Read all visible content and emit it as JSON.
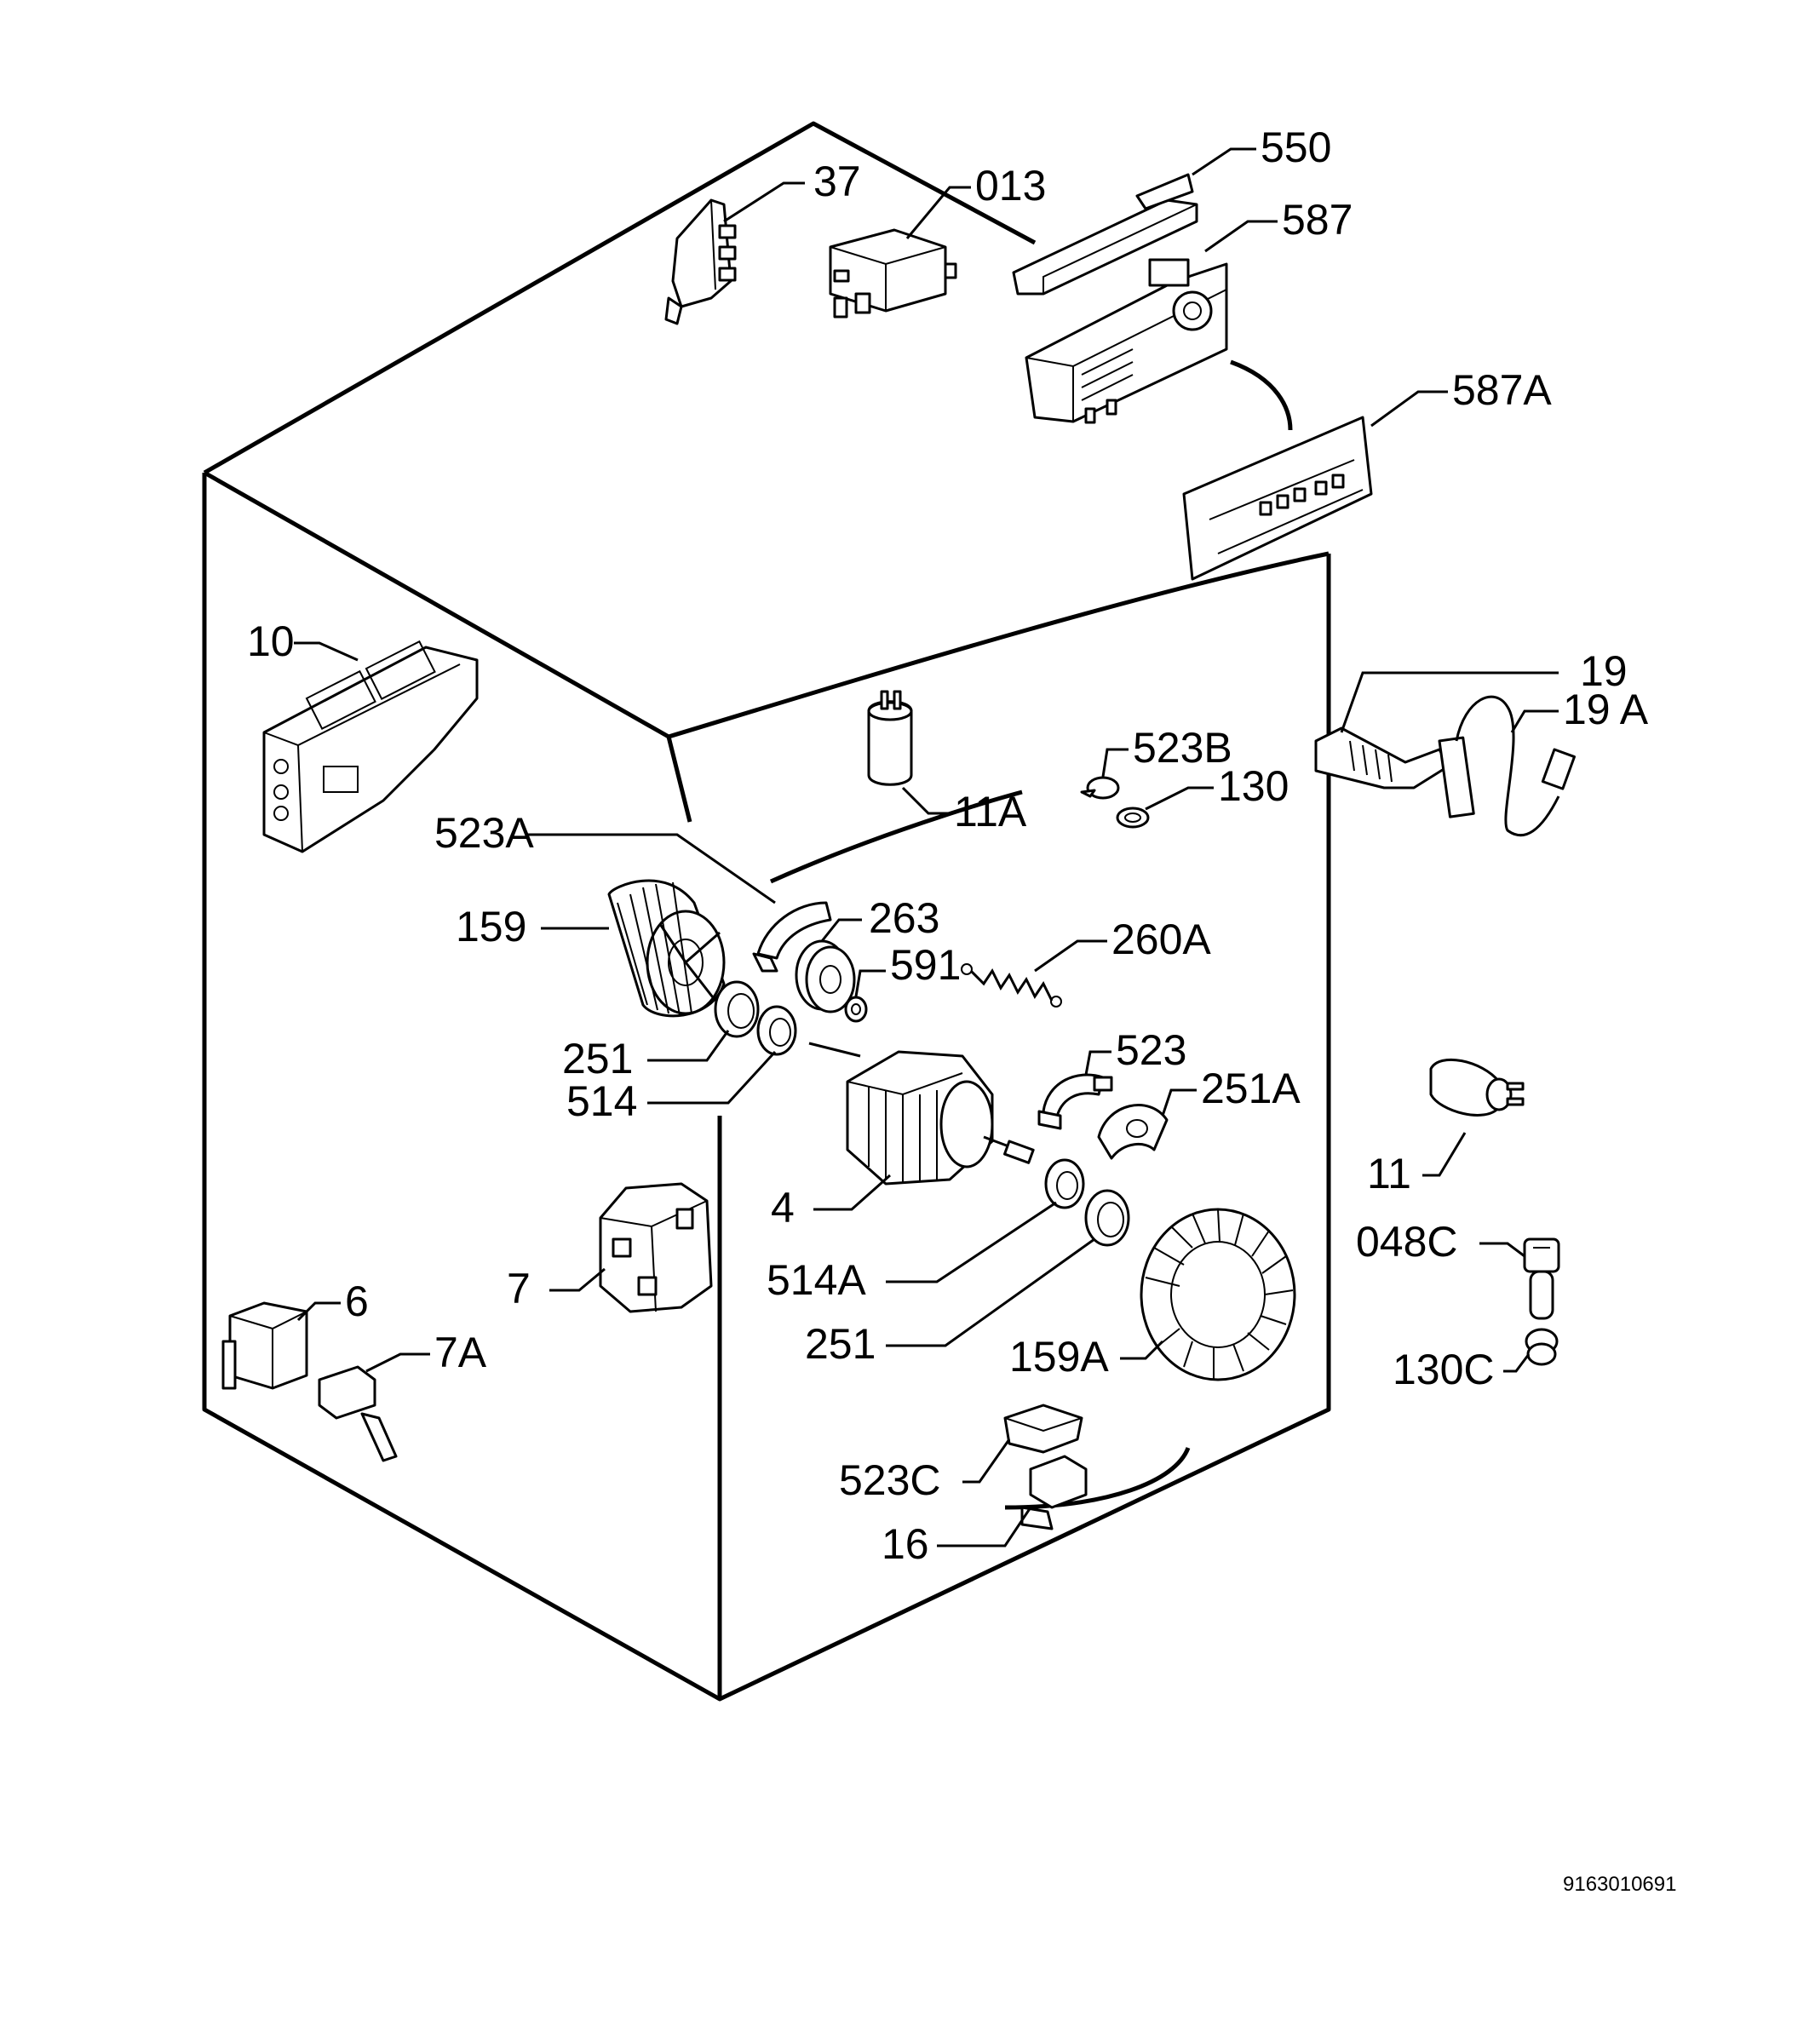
{
  "diagram": {
    "document_number": "9163010691",
    "labels": {
      "p550": "550",
      "p37": "37",
      "p013": "013",
      "p587": "587",
      "p587A": "587A",
      "p10": "10",
      "p19": "19",
      "p19A": "19 A",
      "p523B": "523B",
      "p130": "130",
      "p11A": "11A",
      "p523A": "523A",
      "p159": "159",
      "p263": "263",
      "p591": "591",
      "p260A": "260A",
      "p251a": "251",
      "p514": "514",
      "p523": "523",
      "p251A": "251A",
      "p4": "4",
      "p11": "11",
      "p048C": "048C",
      "p7": "7",
      "p514A": "514A",
      "p6": "6",
      "p7A": "7A",
      "p251b": "251",
      "p159A": "159A",
      "p130C": "130C",
      "p523C": "523C",
      "p16": "16"
    }
  }
}
